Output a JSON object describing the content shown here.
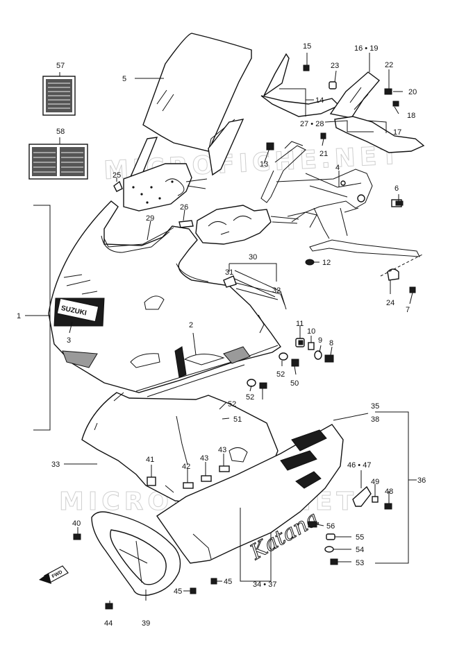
{
  "watermark": "MICROFICHE.NET",
  "fwd_label": "FWD",
  "brand_text": "SUZUKI",
  "model_text": "Katana",
  "labels": {
    "l1": "1",
    "l3": "3",
    "l2": "2",
    "l4": "4",
    "l5": "5",
    "l6": "6",
    "l7": "7",
    "l8": "8",
    "l9": "9",
    "l10": "10",
    "l11": "11",
    "l12": "12",
    "l13": "13",
    "l14": "14",
    "l15": "15",
    "l16_19": "16 • 19",
    "l17": "17",
    "l18": "18",
    "l20": "20",
    "l21": "21",
    "l22": "22",
    "l23": "23",
    "l24": "24",
    "l25": "25",
    "l26": "26",
    "l27_28": "27 • 28",
    "l29": "29",
    "l30": "30",
    "l31": "31",
    "l32": "32",
    "l33": "33",
    "l34_37": "34 • 37",
    "l35": "35",
    "l38": "38",
    "l36": "36",
    "l39": "39",
    "l40": "40",
    "l41": "41",
    "l42": "42",
    "l43a": "43",
    "l43b": "43",
    "l44": "44",
    "l45a": "45",
    "l45b": "45",
    "l46_47": "46 • 47",
    "l48": "48",
    "l49": "49",
    "l50": "50",
    "l51": "51",
    "l52a": "52",
    "l52b": "52",
    "l52c": "52",
    "l53": "53",
    "l54": "54",
    "l55": "55",
    "l56": "56",
    "l57": "57",
    "l58": "58"
  }
}
